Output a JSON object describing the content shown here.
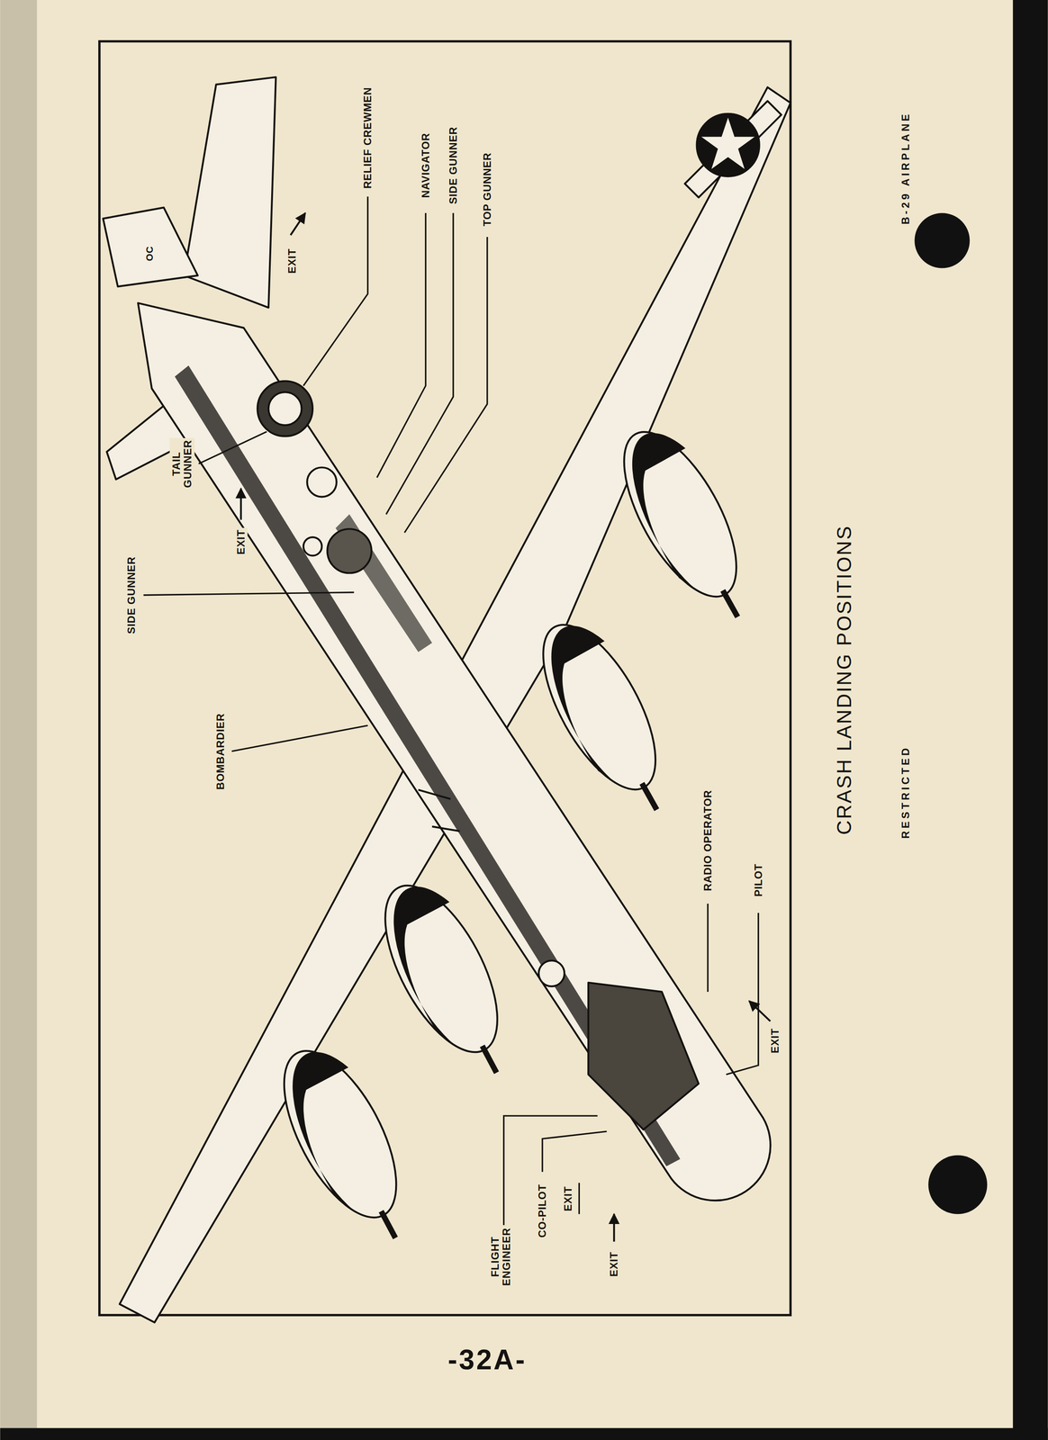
{
  "diagram": {
    "caption": "CRASH LANDING POSITIONS",
    "labels": [
      "RELIEF CREWMEN",
      "NAVIGATOR",
      "SIDE GUNNER",
      "TOP GUNNER",
      "EXIT",
      "OC",
      "TAIL GUNNER",
      "EXIT",
      "SIDE GUNNER",
      "BOMBARDIER",
      "RADIO OPERATOR",
      "PILOT",
      "EXIT",
      "FLIGHT ENGINEER",
      "CO-PILOT",
      "EXIT",
      "EXIT",
      "RESTRICTED",
      "B-29 AIRPLANE",
      "-32A-"
    ]
  }
}
